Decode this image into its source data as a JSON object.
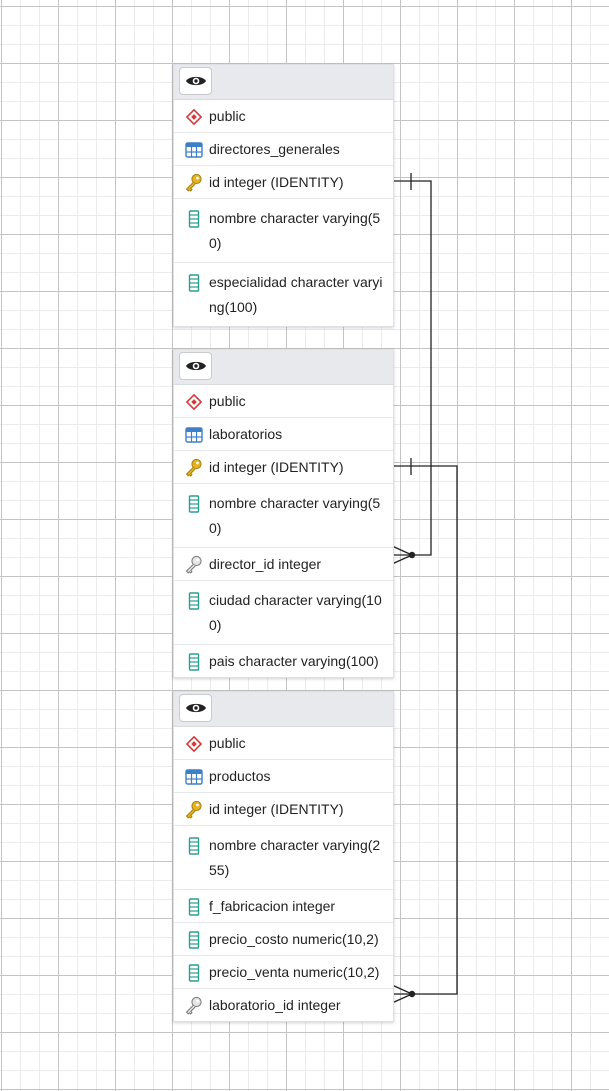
{
  "colors": {
    "schema_icon": "#d33a3a",
    "table_icon": "#3d7fc9",
    "primary_key_icon": "#e6b422",
    "column_icon": "#2a9d8f",
    "foreign_key_icon": "#777777",
    "relationship_line": "#222222",
    "header_bg": "#e8e9ed"
  },
  "tables": [
    {
      "schema": "public",
      "name": "directores_generales",
      "columns": [
        {
          "label": "id integer (IDENTITY)",
          "icon": "primary-key-icon"
        },
        {
          "label": "nombre character varying(50)",
          "icon": "column-icon"
        },
        {
          "label": "especialidad character varying(100)",
          "icon": "column-icon"
        }
      ]
    },
    {
      "schema": "public",
      "name": "laboratorios",
      "columns": [
        {
          "label": "id integer (IDENTITY)",
          "icon": "primary-key-icon"
        },
        {
          "label": "nombre character varying(50)",
          "icon": "column-icon"
        },
        {
          "label": "director_id integer",
          "icon": "foreign-key-icon"
        },
        {
          "label": "ciudad character varying(100)",
          "icon": "column-icon"
        },
        {
          "label": "pais character varying(100)",
          "icon": "column-icon"
        }
      ]
    },
    {
      "schema": "public",
      "name": "productos",
      "columns": [
        {
          "label": "id integer (IDENTITY)",
          "icon": "primary-key-icon"
        },
        {
          "label": "nombre character varying(255)",
          "icon": "column-icon"
        },
        {
          "label": "f_fabricacion integer",
          "icon": "column-icon"
        },
        {
          "label": "precio_costo numeric(10,2)",
          "icon": "column-icon"
        },
        {
          "label": "precio_venta numeric(10,2)",
          "icon": "column-icon"
        },
        {
          "label": "laboratorio_id integer",
          "icon": "foreign-key-icon"
        }
      ]
    }
  ]
}
